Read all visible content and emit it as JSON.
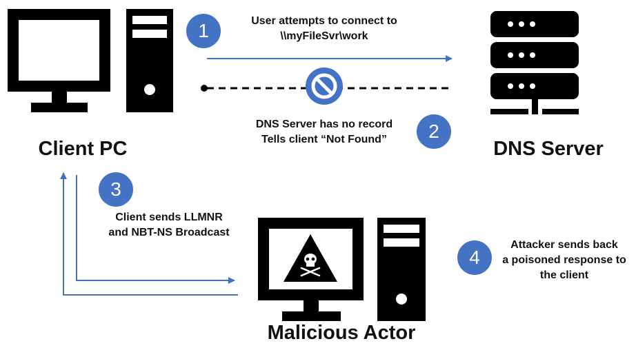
{
  "nodes": {
    "client": {
      "label": "Client PC"
    },
    "dns": {
      "label": "DNS Server"
    },
    "attacker": {
      "label": "Malicious Actor"
    }
  },
  "steps": [
    {
      "number": "1",
      "text_line1": "User attempts to connect to",
      "text_line2": "\\\\myFileSvr\\work"
    },
    {
      "number": "2",
      "text_line1": "DNS Server has no record",
      "text_line2": "Tells client “Not Found”"
    },
    {
      "number": "3",
      "text_line1": "Client sends LLMNR",
      "text_line2": "and NBT-NS Broadcast"
    },
    {
      "number": "4",
      "text_line1": "Attacker sends back",
      "text_line2": "a poisoned response to",
      "text_line3": "the client"
    }
  ],
  "colors": {
    "step_circle": "#4472c4",
    "arrow": "#4472c4",
    "icon": "#000000",
    "blocked_symbol": "#4472c4"
  },
  "icons": {
    "client": "desktop-computer-icon",
    "dns": "server-rack-icon",
    "attacker": "skull-warning-computer-icon",
    "blocked": "no-entry-icon"
  }
}
